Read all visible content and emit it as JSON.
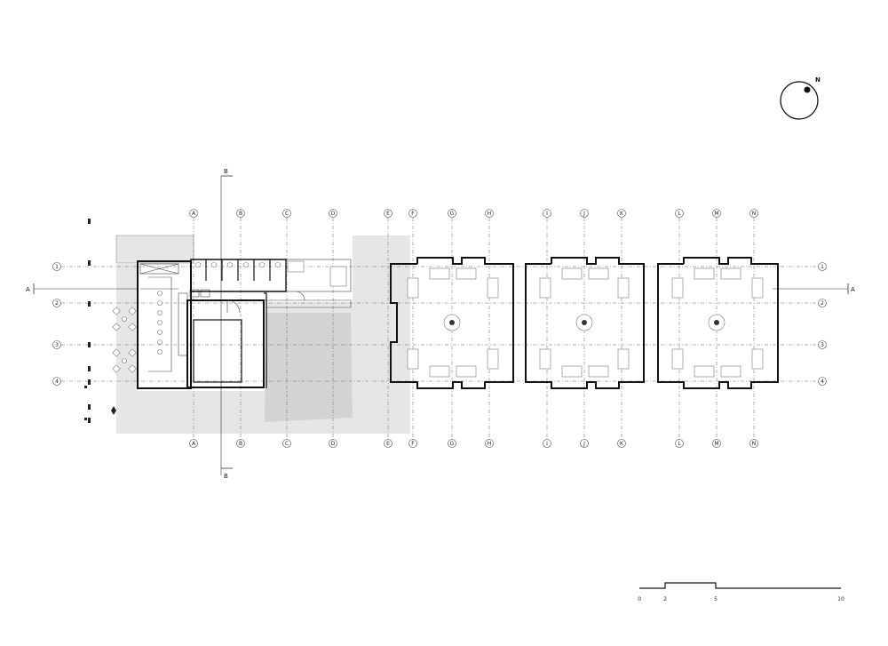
{
  "north": {
    "label": "N"
  },
  "section_labels": {
    "a_left": "A",
    "a_right": "A",
    "b_top": "B",
    "b_bottom": "B"
  },
  "column_grids": [
    "A",
    "B",
    "C",
    "D",
    "E",
    "F",
    "G",
    "H",
    "I",
    "J",
    "K",
    "L",
    "M",
    "N"
  ],
  "row_grids": [
    "1",
    "2",
    "3",
    "4"
  ],
  "scale_bar": {
    "ticks": [
      "0",
      "2",
      "5",
      "10"
    ]
  },
  "colors": {
    "terrace": "#e6e6e6",
    "pool": "#d3d3d3",
    "lines": "#111111"
  }
}
